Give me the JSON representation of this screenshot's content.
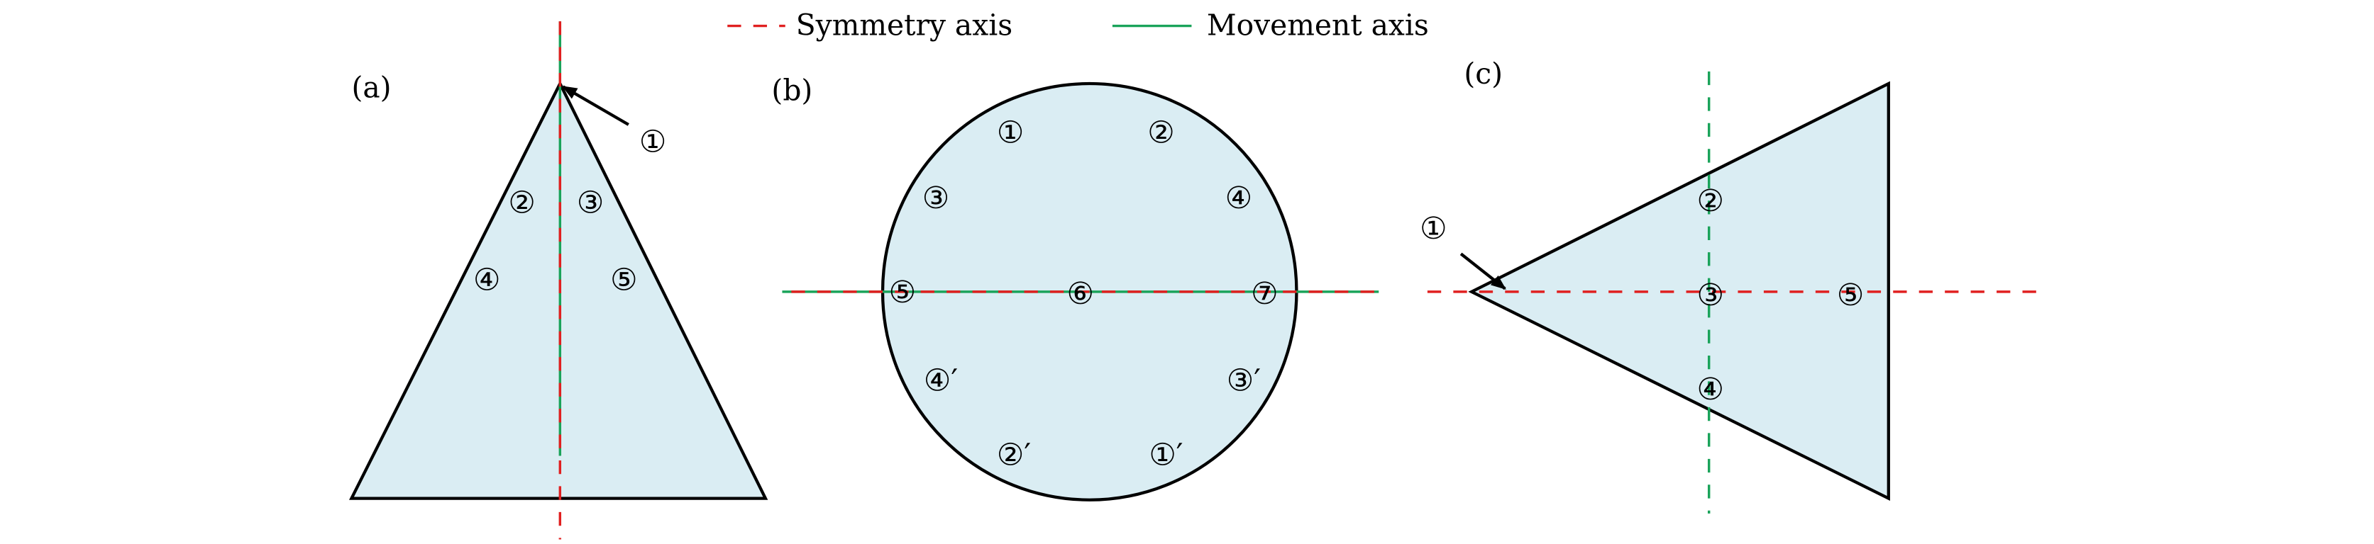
{
  "legend": {
    "symmetry": "Symmetry axis",
    "movement": "Movement axis",
    "colors": {
      "symmetry": "#e02020",
      "movement": "#1aa35a",
      "fill": "#daedf3"
    }
  },
  "panel_a": {
    "label": "(a)",
    "markers": [
      "①",
      "②",
      "③",
      "④",
      "⑤"
    ]
  },
  "panel_b": {
    "label": "(b)",
    "markers": [
      "①",
      "②",
      "③",
      "④",
      "⑤",
      "⑥",
      "⑦",
      "④′",
      "③′",
      "②′",
      "①′"
    ]
  },
  "panel_c": {
    "label": "(c)",
    "markers": [
      "①",
      "②",
      "③",
      "④",
      "⑤"
    ]
  }
}
